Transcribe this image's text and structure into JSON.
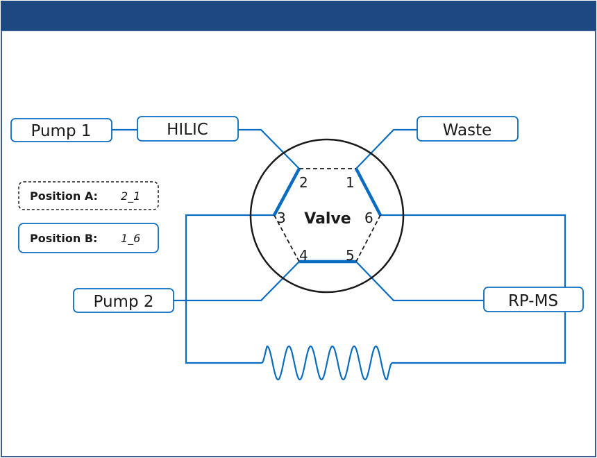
{
  "colors": {
    "header": "#1e4882",
    "line": "#0a6cc0",
    "text": "#1a1a1a",
    "circle": "#1a1a1a"
  },
  "components": {
    "pump1": "Pump 1",
    "hilic": "HILIC",
    "waste": "Waste",
    "pump2": "Pump 2",
    "rpms": "RP-MS"
  },
  "valve": {
    "label": "Valve",
    "ports": [
      "1",
      "2",
      "3",
      "4",
      "5",
      "6"
    ],
    "active_connections": [
      "2-3",
      "1-6",
      "4-5"
    ],
    "inactive_connections": [
      "2-1",
      "3-4",
      "5-6"
    ]
  },
  "legend": {
    "position_a_label": "Position A:",
    "position_a_value": "2_1",
    "position_b_label": "Position B:",
    "position_b_value": "1_6"
  }
}
